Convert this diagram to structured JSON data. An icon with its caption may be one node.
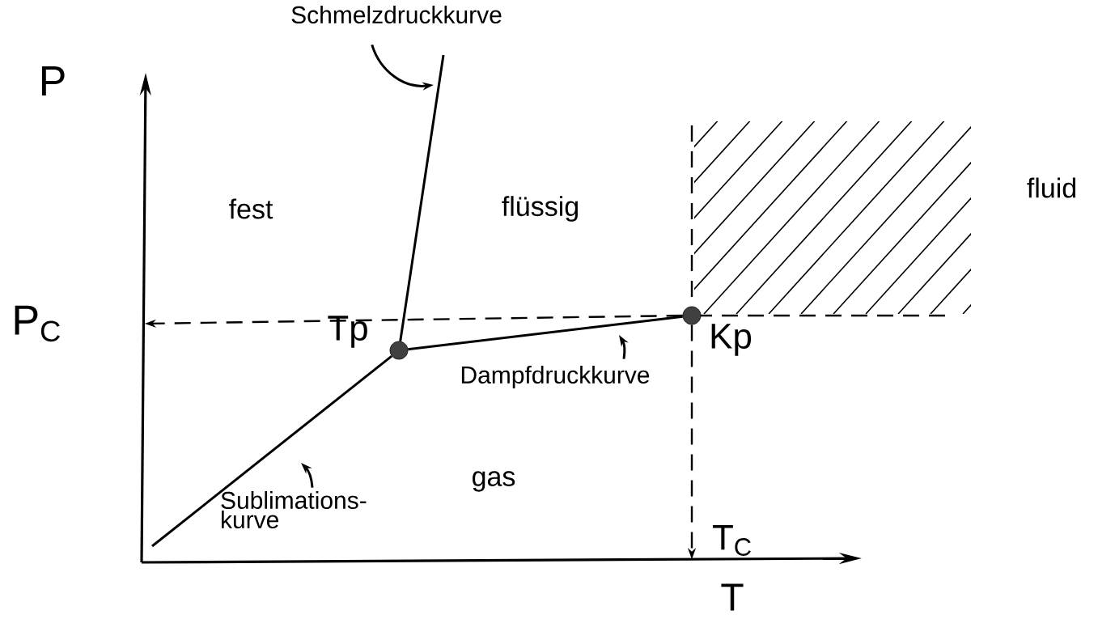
{
  "diagram": {
    "nodes": [
      {
        "text": [
          "Schmelzdruckkurve"
        ]
      },
      {
        "text": [
          "Dampfdruckkurve"
        ]
      },
      {
        "text": [
          "Sublimations- kurve"
        ]
      },
      {
        "text": [],
        "shape": "circle",
        "beside": [
          "Tp"
        ]
      },
      {
        "text": [],
        "shape": "circle",
        "beside": [
          "Kp"
        ]
      },
      {
        "text": [
          "P$_{C}$"
        ]
      },
      {
        "text": [
          "T$_{C}$"
        ]
      }
    ],
    "edges": [
      {
        "from": null,
        "to": 3,
        "arrow": "none"
      },
      {
        "from": 3,
        "to": null,
        "arrow": "none"
      },
      {
        "from": 3,
        "to": 4,
        "arrow": "none"
      },
      {
        "from": 4,
        "to": 5,
        "arrow": "to",
        "style": "dashed"
      },
      {
        "from": 4,
        "to": 6,
        "arrow": "to",
        "style": "dashed"
      },
      {
        "from": 0,
        "to": null,
        "arrow": "to"
      },
      {
        "from": 1,
        "to": null,
        "arrow": "to"
      },
      {
        "from": 2,
        "to": null,
        "arrow": "to"
      }
    ],
    "labels": [
      "P",
      "fest",
      "flüssig",
      "fluid",
      "gas",
      "T"
    ]
  }
}
